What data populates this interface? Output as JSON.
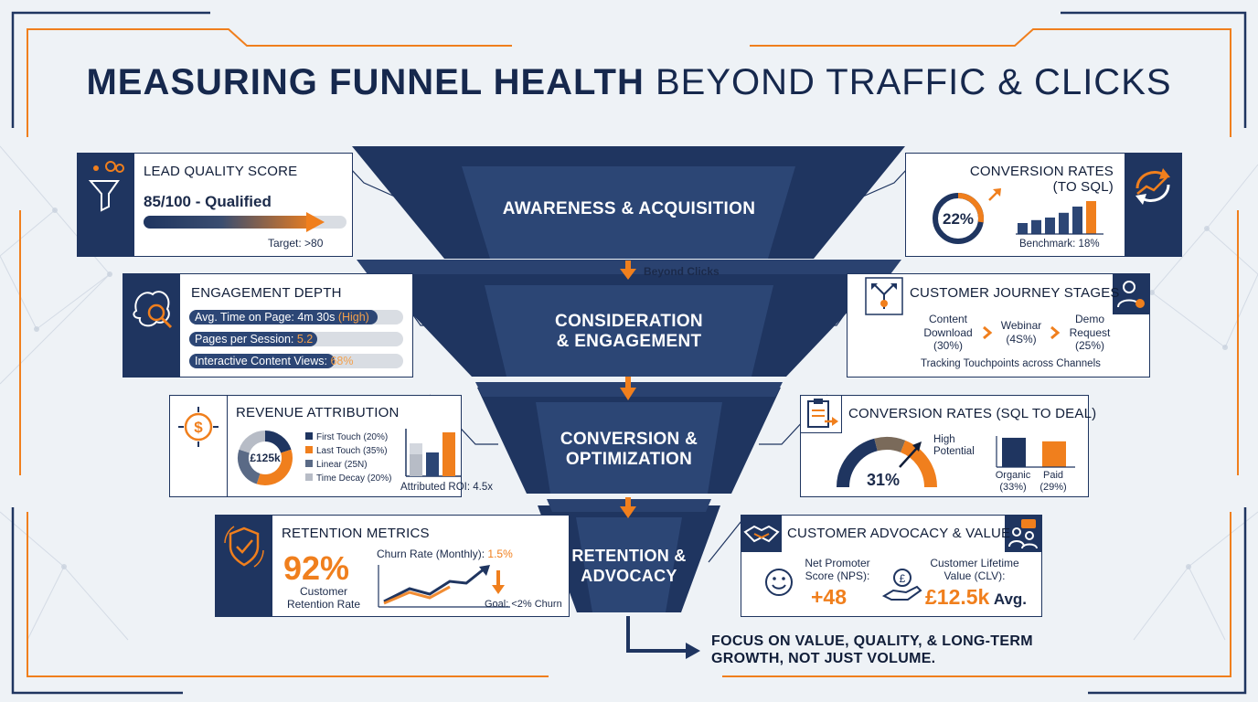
{
  "title": {
    "bold": "MEASURING FUNNEL HEALTH",
    "light": "BEYOND TRAFFIC & CLICKS"
  },
  "colors": {
    "navy": "#1f3560",
    "orange": "#f07f1d",
    "funnel_dark": "#22365e",
    "funnel_light": "#2e4a78"
  },
  "funnel": {
    "stages": [
      {
        "label_1": "AWARENESS & ACQUISITION",
        "label_2": ""
      },
      {
        "label_1": "CONSIDERATION",
        "label_2": "& ENGAGEMENT"
      },
      {
        "label_1": "CONVERSION &",
        "label_2": "OPTIMIZATION"
      },
      {
        "label_1": "RETENTION &",
        "label_2": "ADVOCACY"
      }
    ],
    "arrow_label": "Beyond Clicks"
  },
  "lead_quality": {
    "heading": "LEAD QUALITY SCORE",
    "value": "85/100 - Qualified",
    "score": 85,
    "target": "Target: >80",
    "icon": "funnel-gear-icon"
  },
  "engagement": {
    "heading": "ENGAGEMENT DEPTH",
    "icon": "brain-magnifier-icon",
    "bars": [
      {
        "prefix": "Avg. Time on Page: 4m 30s ",
        "highlight": "(High)",
        "fill": 0.88
      },
      {
        "prefix": "Pages per Session: ",
        "highlight": "5.2",
        "fill": 0.6
      },
      {
        "prefix": "Interactive Content Views: ",
        "highlight": "68%",
        "fill": 0.68
      }
    ]
  },
  "revenue": {
    "heading": "REVENUE ATTRIBUTION",
    "icon": "dollar-target-icon",
    "center": "£125k",
    "legend": [
      {
        "label": "First Touch (20%)",
        "color": "#1f3560",
        "value": 20
      },
      {
        "label": "Last Touch (35%)",
        "color": "#f07f1d",
        "value": 35
      },
      {
        "label": "Linear (25N)",
        "color": "#5a6a86",
        "value": 25
      },
      {
        "label": "Time Decay (20%)",
        "color": "#b7bcc6",
        "value": 20
      }
    ],
    "roi": "Attributed ROI: 4.5x"
  },
  "retention": {
    "heading": "RETENTION METRICS",
    "icon": "shield-check-icon",
    "rate": "92%",
    "rate_label_1": "Customer",
    "rate_label_2": "Retention Rate",
    "churn_label": "Churn Rate (Monthly): ",
    "churn_value": "1.5%",
    "goal": "Goal: <2% Churn"
  },
  "conv_sql": {
    "heading_1": "CONVERSION RATES",
    "heading_2": "(TO SQL)",
    "icon": "cycle-arrows-icon",
    "value": "22%",
    "percent": 22,
    "bars": [
      0.3,
      0.38,
      0.45,
      0.58,
      0.75,
      0.9
    ],
    "benchmark": "Benchmark: 18%"
  },
  "journey": {
    "heading": "CUSTOMER JOURNEY STAGES",
    "icons": [
      "branching-arrows-icon",
      "user-gear-icon"
    ],
    "steps": [
      {
        "l1": "Content",
        "l2": "Download",
        "l3": "(30%)"
      },
      {
        "l1": "Webinar",
        "l2": "(4S%)",
        "l3": ""
      },
      {
        "l1": "Demo",
        "l2": "Request",
        "l3": "(25%)"
      }
    ],
    "footer": "Tracking Touchpoints across Channels"
  },
  "conv_deal": {
    "heading": "CONVERSION RATES (SQL TO DEAL)",
    "icon": "clipboard-arrow-icon",
    "value": "31%",
    "percent": 31,
    "potential_1": "High",
    "potential_2": "Potential",
    "bars": [
      {
        "l1": "Organic",
        "l2": "(33%)",
        "value": 33,
        "color": "#1f3560"
      },
      {
        "l1": "Paid",
        "l2": "(29%)",
        "value": 29,
        "color": "#f07f1d"
      }
    ]
  },
  "advocacy": {
    "heading": "CUSTOMER ADVOCACY & VALUE",
    "icons": [
      "handshake-icon",
      "people-chat-icon"
    ],
    "nps_1": "Net Promoter",
    "nps_2": "Score (NPS):",
    "nps_value": "+48",
    "clv_1": "Customer Lifetime",
    "clv_2": "Value (CLV):",
    "clv_value": "£12.5k",
    "clv_suffix": "Avg."
  },
  "tagline": {
    "line_1": "FOCUS ON VALUE, QUALITY, & LONG-TERM",
    "line_2": "GROWTH, NOT JUST VOLUME."
  }
}
